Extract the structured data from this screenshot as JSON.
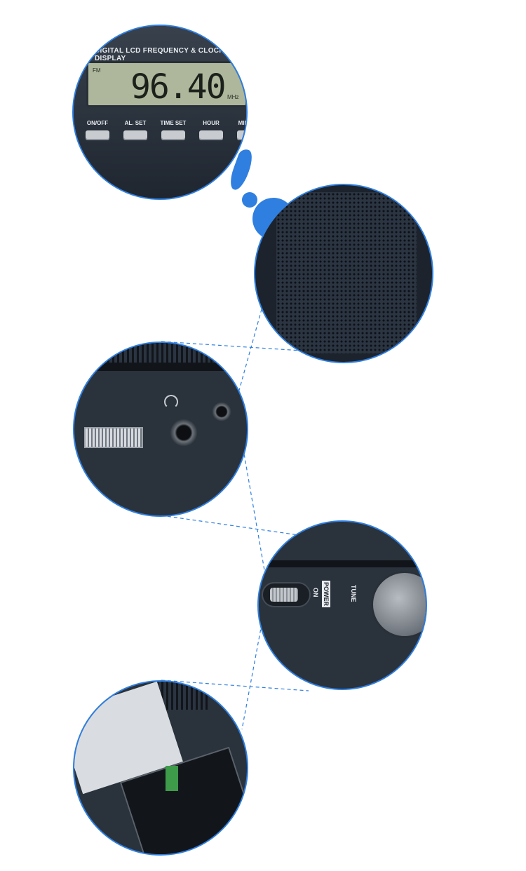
{
  "lcd": {
    "header": "DIGITAL LCD FREQUENCY & CLOCK DISPLAY",
    "band": "FM",
    "frequency": "96.40",
    "unit_small": "MHz",
    "buttons": [
      {
        "label": "ON/OFF"
      },
      {
        "label": "AL. SET"
      },
      {
        "label": "TIME SET"
      },
      {
        "label": "HOUR"
      },
      {
        "label": "MINUTE"
      }
    ]
  },
  "power": {
    "power_label": "POWER",
    "on_label": "ON",
    "tune_label": "TUNE"
  },
  "colors": {
    "accent": "#2f7fe0",
    "device_body": "#1f2630"
  }
}
